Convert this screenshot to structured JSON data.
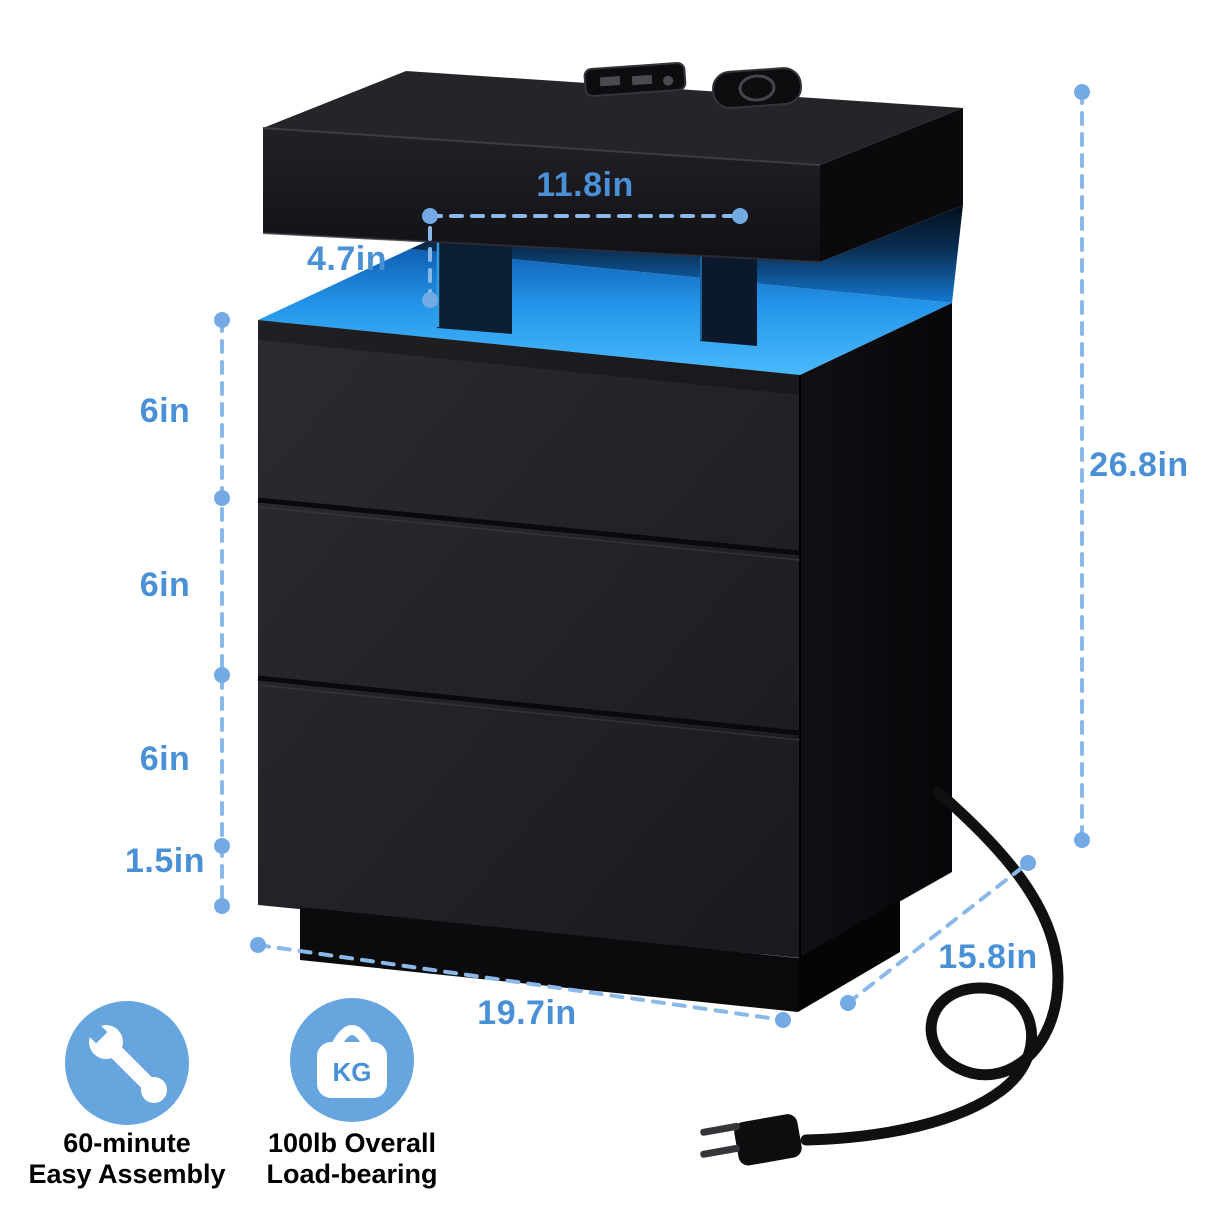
{
  "page": {
    "background": "#ffffff",
    "description": "Product dimension diagram of an LED nightstand with charging station"
  },
  "dimensions": {
    "top_width": "11.8in",
    "gap_height": "4.7in",
    "drawer1_height": "6in",
    "drawer2_height": "6in",
    "drawer3_height": "6in",
    "base_height": "1.5in",
    "overall_height": "26.8in",
    "depth": "15.8in",
    "overall_width": "19.7in"
  },
  "features": {
    "assembly": {
      "line1": "60-minute",
      "line2": "Easy Assembly"
    },
    "load": {
      "line1": "100lb Overall",
      "line2": "Load-bearing",
      "weight_label": "KG"
    }
  },
  "colors": {
    "dimension_text": "#4a90d6",
    "dimension_line": "#8ab8e8",
    "badge_circle": "#67a5df",
    "led_blue": "#2f9ff2",
    "furniture_black": "#1a1a1e"
  }
}
